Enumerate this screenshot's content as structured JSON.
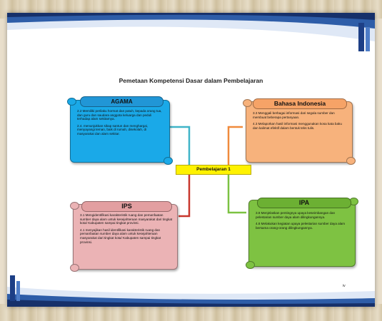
{
  "title": "Pemetaan Kompetensi Dasar dalam Pembelajaran",
  "center_label": "Pembelajaran  1",
  "page_number": "iv",
  "agama": {
    "heading": "AGAMA",
    "p1": "2.2  Memiliki perilaku hormat dan patuh, kepada orang tua, dan guru dan saudara anggota keluarga dan peduli terhadap alam sekitarnya.",
    "p2": "2.4. menunjukkan sikap santun dan menghargai, menyayangi teman, baik di rumah, disekolah, di masyarakat dan alam sekitar."
  },
  "bahasa": {
    "heading": "Bahasa Indonesia",
    "p1": "3.3  Menggali berbagai informasi dari segala sumber dan membuat beberapa pertanyaan.",
    "p2": "4.3 Melaporkan hasil informasi menggunakan kosa kata baku dan kalimat efektif dalam bentuk teks tulis."
  },
  "ips": {
    "heading": "IPS",
    "p1": "3.1  Mengidentifikasi karakteristik ruang dan pemanfaatan sumber daya alam untuk kesejahteraan masyarakat dari tingkat kota/ Kabupaten sampai tingkat provinsi.",
    "p2": "4.1 menyajikan hasil identifikasi karakteristik ruang dan pemanfaatan sumber daya alam untuk kesejahteraan masyarakat dari tingkat kota/ Kabupaten sampai tingkat provinsi."
  },
  "ipa": {
    "heading": "IPA",
    "p1": "3.8 Menjelaskan pentingnya upaya keseimbangan dan pelestarian sumber daya alam dilingkungannya.",
    "p2": "4.8 Melakukan kegiatan upaya pelestarian sumber daya alam bersama orang-orang dilingkungannya."
  }
}
